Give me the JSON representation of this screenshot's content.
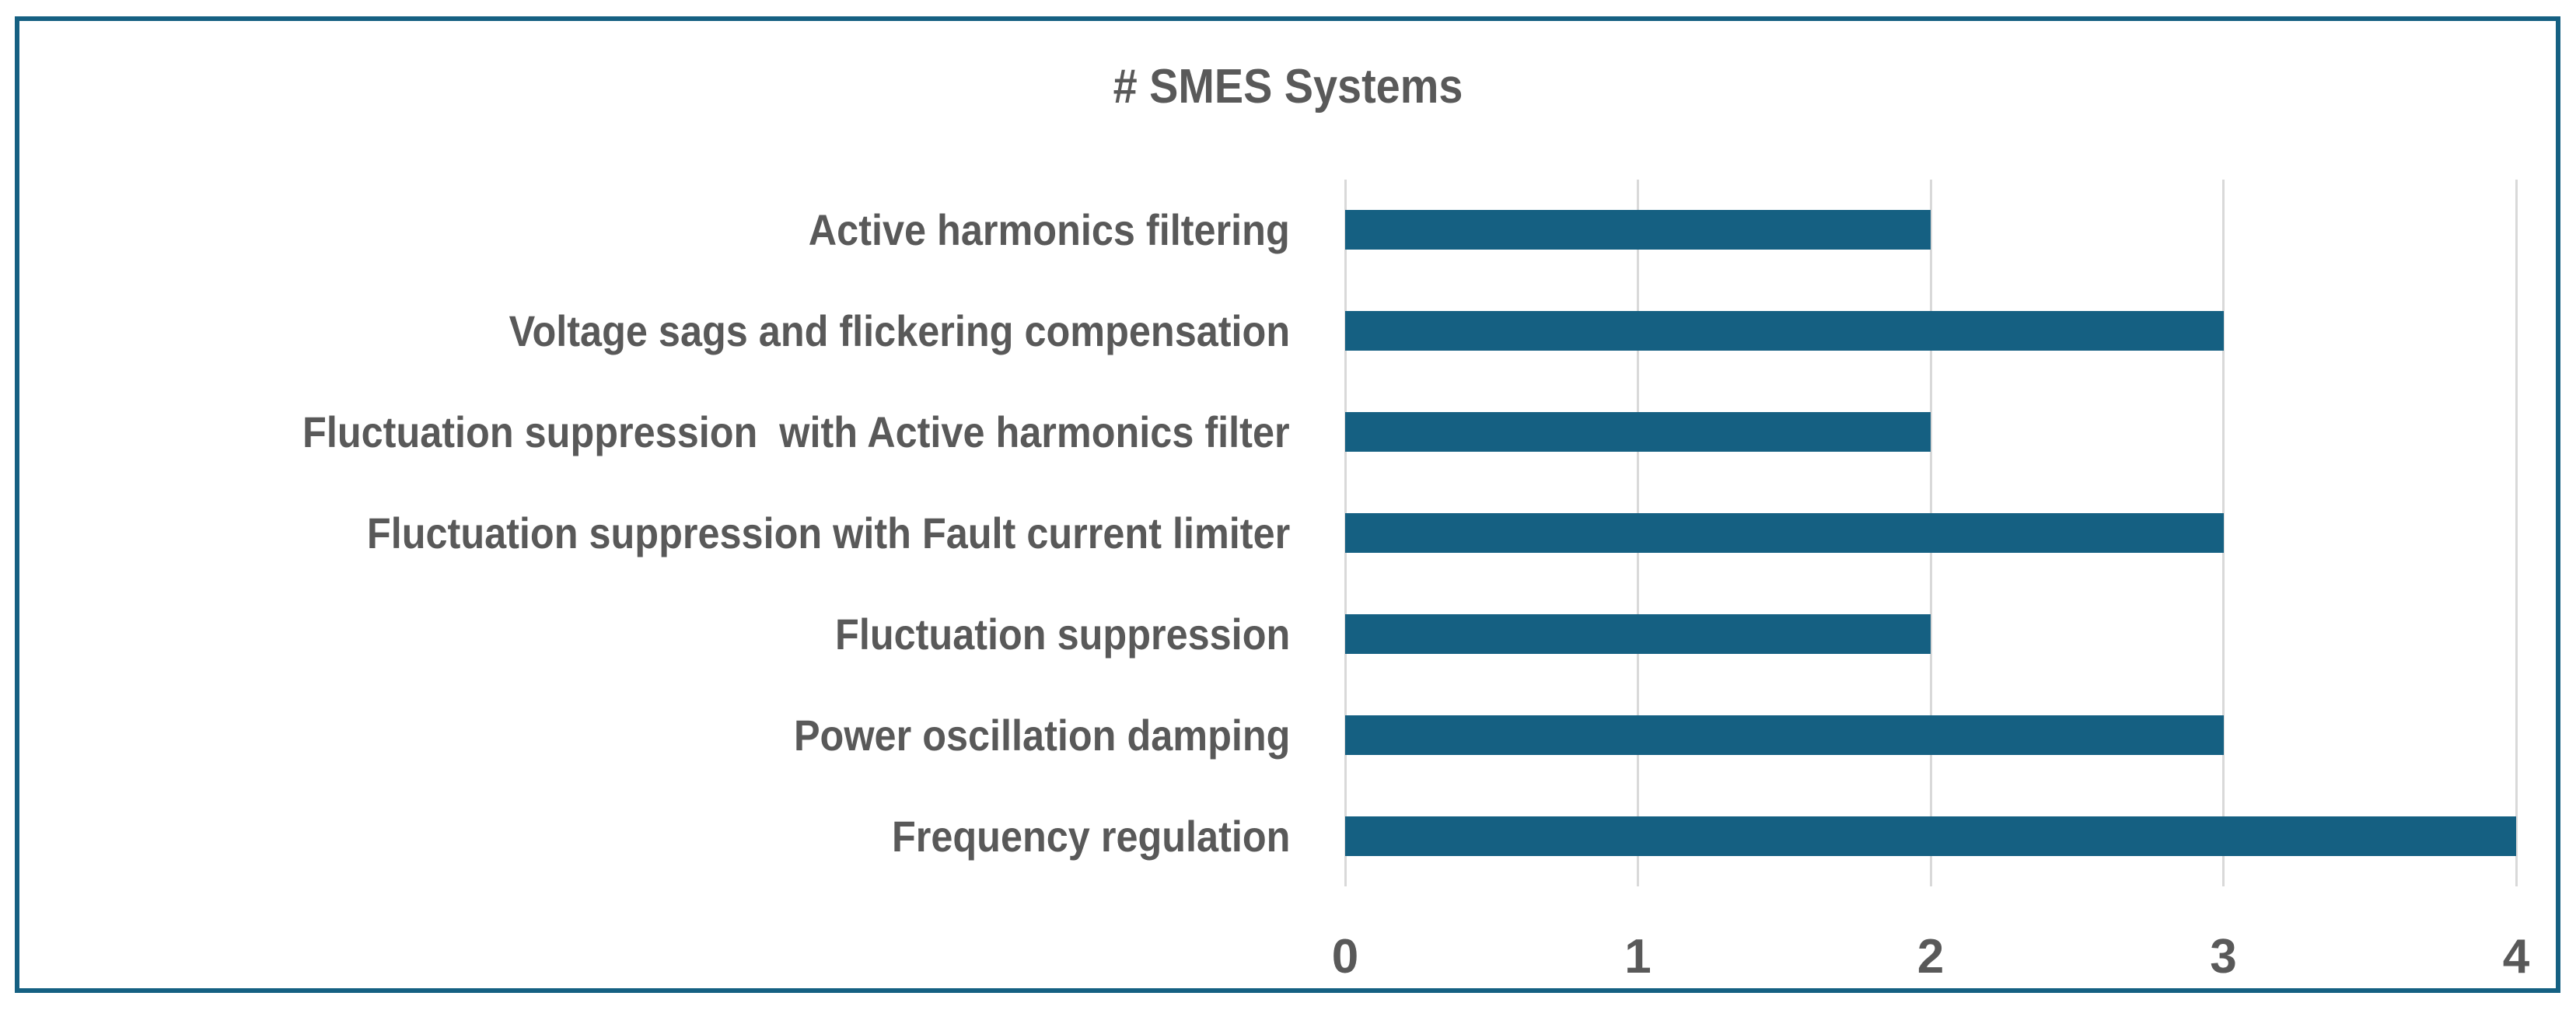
{
  "chart_data": {
    "type": "bar",
    "orientation": "horizontal",
    "title": "# SMES Systems",
    "categories": [
      "Active harmonics filtering",
      "Voltage sags and flickering compensation",
      "Fluctuation suppression  with Active harmonics filter",
      "Fluctuation suppression with Fault current limiter",
      "Fluctuation suppression",
      "Power oscillation damping",
      "Frequency regulation"
    ],
    "values": [
      2,
      3,
      2,
      3,
      2,
      3,
      4
    ],
    "x_ticks": [
      "0",
      "1",
      "2",
      "3",
      "4"
    ],
    "xlim": [
      0,
      4
    ],
    "xlabel": "",
    "ylabel": "",
    "legend_position": "none",
    "grid": "vertical-only",
    "colors": {
      "bar": "#156082",
      "frame_border": "#156082",
      "gridline": "#D9D9D9",
      "text": "#595959",
      "background": "#FFFFFF"
    }
  }
}
